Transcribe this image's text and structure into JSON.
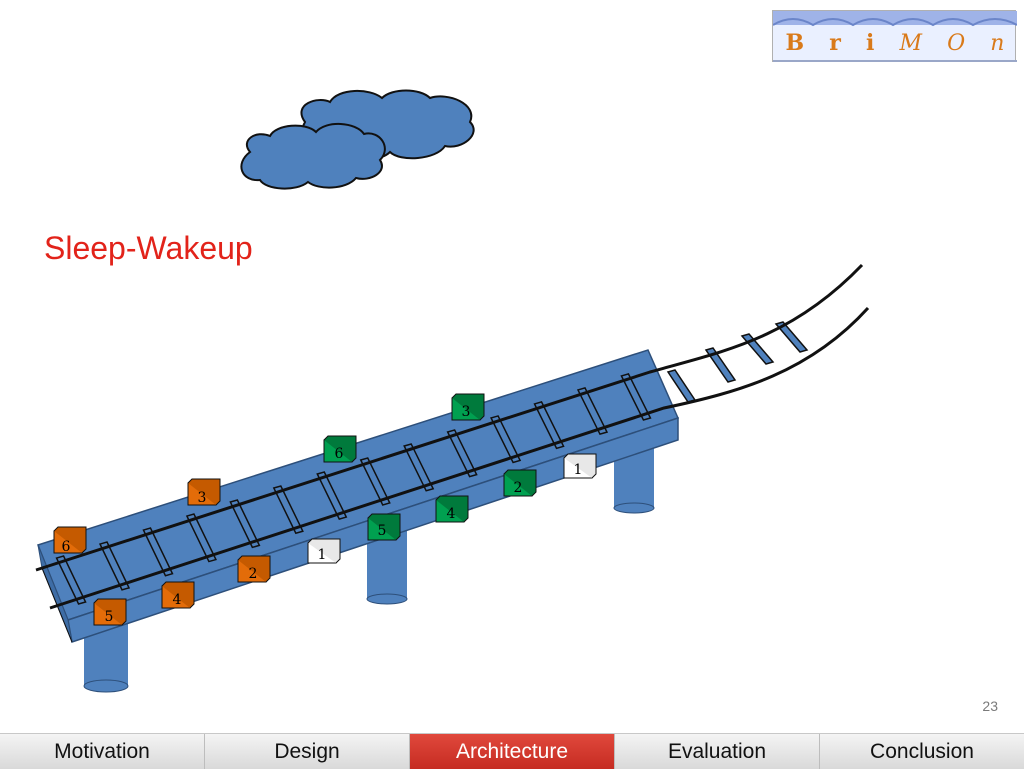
{
  "logo": {
    "letters": [
      "B",
      "r",
      "i",
      "M",
      "O",
      "n"
    ],
    "color": "#d97a1a"
  },
  "title": "Sleep-Wakeup",
  "slide_number": "23",
  "colors": {
    "bridge": "#4f81bd",
    "orange_node": "#e36c09",
    "green_node": "#00a050",
    "white_node": "#ffffff",
    "title": "#e2231a",
    "active_tab": "#d33a2e"
  },
  "nodes": {
    "orange": [
      "6",
      "3",
      "2",
      "4",
      "5"
    ],
    "green": [
      "6",
      "3",
      "5",
      "4",
      "2"
    ],
    "white": [
      "1",
      "1"
    ]
  },
  "nav": {
    "tabs": [
      {
        "label": "Motivation",
        "active": false
      },
      {
        "label": "Design",
        "active": false
      },
      {
        "label": "Architecture",
        "active": true
      },
      {
        "label": "Evaluation",
        "active": false
      },
      {
        "label": "Conclusion",
        "active": false
      }
    ]
  }
}
